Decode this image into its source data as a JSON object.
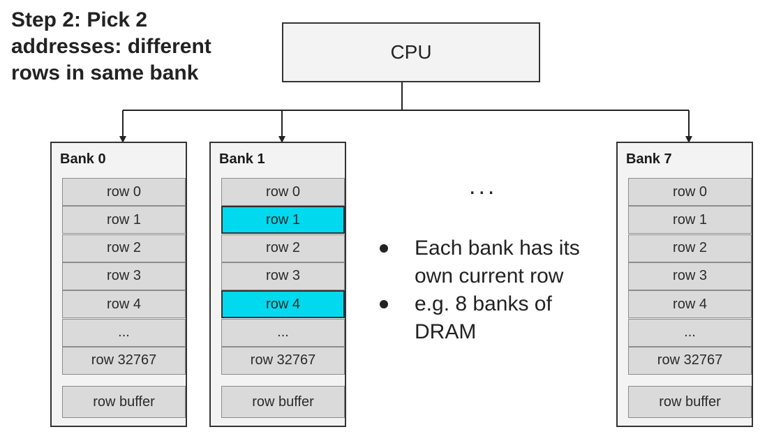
{
  "title_lines": [
    "Step 2: Pick 2",
    "addresses: different",
    "rows in same bank"
  ],
  "cpu_label": "CPU",
  "ellipsis": "...",
  "banks": [
    {
      "name": "Bank 0",
      "rows": [
        "row 0",
        "row 1",
        "row 2",
        "row 3",
        "row 4",
        "...",
        "row 32767"
      ],
      "highlighted_rows": [],
      "row_buffer": "row buffer"
    },
    {
      "name": "Bank 1",
      "rows": [
        "row 0",
        "row 1",
        "row 2",
        "row 3",
        "row 4",
        "...",
        "row 32767"
      ],
      "highlighted_rows": [
        1,
        4
      ],
      "row_buffer": "row buffer"
    },
    {
      "name": "Bank 7",
      "rows": [
        "row 0",
        "row 1",
        "row 2",
        "row 3",
        "row 4",
        "...",
        "row 32767"
      ],
      "highlighted_rows": [],
      "row_buffer": "row buffer"
    }
  ],
  "notes": [
    "Each bank has its own current row",
    "e.g. 8 banks of DRAM"
  ],
  "colors": {
    "highlight": "#00d9ee",
    "cell": "#dadada",
    "panel": "#f3f3f3",
    "border": "#333333"
  }
}
